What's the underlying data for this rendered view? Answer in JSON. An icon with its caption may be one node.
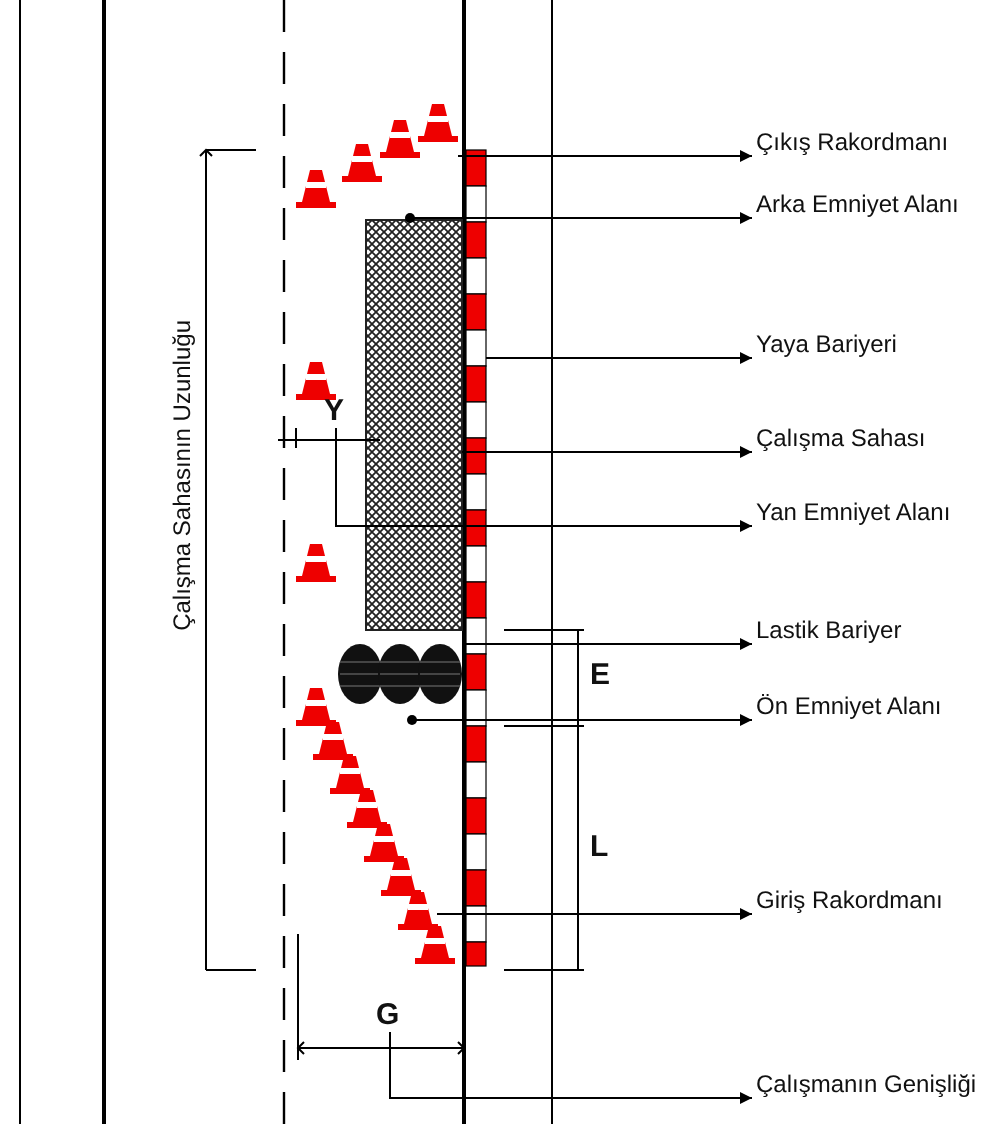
{
  "diagram": {
    "nodes": [
      {
        "text": [
          "Çıkış Rakordmanı"
        ]
      },
      {
        "text": [
          "Arka Emniyet Alanı"
        ]
      },
      {
        "text": [
          "Yaya Bariyeri"
        ]
      },
      {
        "text": [
          "Çalışma Sahası"
        ]
      },
      {
        "text": [
          "Yan Emniyet Alanı"
        ]
      },
      {
        "text": [
          "Lastik Bariyer"
        ]
      },
      {
        "text": [
          "Ön Emniyet Alanı"
        ]
      },
      {
        "text": [
          "Giriş Rakordmanı"
        ]
      },
      {
        "text": [
          "Çalışmanın Genişliği"
        ]
      },
      {
        "text": [],
        "shape": "picture"
      },
      {
        "text": [],
        "shape": "box"
      },
      {
        "text": [],
        "shape": "bar"
      },
      {
        "text": [],
        "shape": "picture"
      },
      {
        "text": [],
        "shape": "picture"
      },
      {
        "text": [
          "Y"
        ]
      },
      {
        "text": [
          "G"
        ]
      }
    ],
    "edges": [
      {
        "from": 9,
        "to": 0,
        "arrow": "to"
      },
      {
        "from": 9,
        "to": 1,
        "arrow": "to"
      },
      {
        "from": 11,
        "to": 2,
        "arrow": "to"
      },
      {
        "from": 10,
        "to": 3,
        "arrow": "to"
      },
      {
        "from": 14,
        "to": 4,
        "arrow": "to"
      },
      {
        "from": 12,
        "to": 5,
        "arrow": "to"
      },
      {
        "from": 12,
        "to": 6,
        "arrow": "to"
      },
      {
        "from": 13,
        "to": 7,
        "arrow": "to"
      },
      {
        "from": 15,
        "to": 8,
        "arrow": "to"
      }
    ],
    "labels": [
      "Çalışma Sahasının Uzunluğu",
      "E",
      "L"
    ]
  }
}
